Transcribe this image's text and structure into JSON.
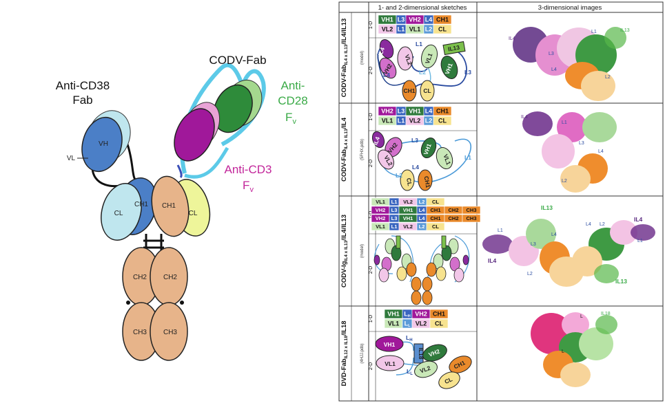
{
  "left": {
    "label_cd38": [
      "Anti-CD38",
      "Fab"
    ],
    "label_codv": "CODV-Fab",
    "label_cd28": [
      "Anti-",
      "CD28",
      "F"
    ],
    "label_cd3": [
      "Anti-CD3",
      "F"
    ],
    "fv_sub": "v",
    "domains": {
      "vh": "VH",
      "vl": "VL",
      "cl": "CL",
      "ch1": "CH1",
      "ch2": "CH2",
      "ch3": "CH3"
    }
  },
  "table": {
    "header_sketch": "1- and 2-dimensional sketches",
    "header_3d": "3-dimensional images",
    "dim_1d": "1-D",
    "dim_2d": "2-D",
    "rows": [
      {
        "title_main": "CODV-Fab",
        "title_sub": "IL4 x IL13",
        "title_tail": "/IL4/IL13",
        "note": "(model)"
      },
      {
        "title_main": "CODV-Fab",
        "title_sub": "IL4 x IL13",
        "title_tail": "/IL4",
        "note": "(5FHX.pdb)"
      },
      {
        "title_main": "CODV-Ig",
        "title_sub": "IL4 x IL13",
        "title_tail": "/IL4/IL13",
        "note": "(model)"
      },
      {
        "title_main": "DVD-Fab",
        "title_sub": "IL12 x IL18",
        "title_tail": "/IL18",
        "note": "(4HJJ.pdb)"
      }
    ],
    "r1_1d": [
      [
        "VH1",
        "L3",
        "VH2",
        "L4",
        "CH1"
      ],
      [
        "VL2",
        "L1",
        "VL1",
        "L2",
        "CL"
      ]
    ],
    "r2_1d": [
      [
        "VH2",
        "L3",
        "VH1",
        "L4",
        "CH1"
      ],
      [
        "VL1",
        "L1",
        "VL2",
        "L2",
        "CL"
      ]
    ],
    "r3_1d": [
      [
        "VL1",
        "L1",
        "VL2",
        "L2",
        "CL"
      ],
      [
        "VH2",
        "L3",
        "VH1",
        "L4",
        "CH1",
        "CH2",
        "CH3"
      ],
      [
        "VH2",
        "L3",
        "VH1",
        "L4",
        "CH1",
        "CH2",
        "CH3"
      ],
      [
        "VL1",
        "L1",
        "VL2",
        "L2",
        "CL"
      ]
    ],
    "r4_1d": [
      [
        "VH1",
        "LH",
        "VH2",
        "CH1"
      ],
      [
        "VL1",
        "LL",
        "VL2",
        "CL"
      ]
    ],
    "r1_2d": {
      "il4": "IL4",
      "il13": "IL13",
      "vh2": "VH2",
      "vl2": "VL2",
      "vl1": "VL1",
      "vh1": "VH1",
      "l1": "L1",
      "l2": "L2",
      "l3": "L3",
      "l4": "L4",
      "ch1": "CH1",
      "cl": "CL"
    },
    "r2_2d": {
      "il4": "IL4",
      "vh2": "VH2",
      "vh1": "VH1",
      "vl2": "VL2",
      "vl1": "VL1",
      "l1": "L1",
      "l2": "L2",
      "l3": "L3",
      "l4": "L4",
      "ch1": "CH1",
      "cl": "CL"
    },
    "r4_2d": {
      "vh1": "VH1",
      "lh": "L",
      "lh_sub": "H",
      "il18": "IL18",
      "vh2": "VH2",
      "ch1": "CH1",
      "vl1": "VL1",
      "ll": "L",
      "ll_sub": "L",
      "vl2": "VL2",
      "cl": "CL"
    },
    "r1_3d": {
      "il4": "IL4",
      "il13": "IL13",
      "l1": "L1",
      "l2": "L2",
      "l3": "L3",
      "l4": "L4"
    },
    "r2_3d": {
      "il4": "IL4",
      "l1": "L1",
      "l2": "L2",
      "l3": "L3",
      "l4": "L4"
    },
    "r3_3d": {
      "il13_a": "IL13",
      "il13_b": "IL13",
      "il4_a": "IL4",
      "il4_b": "IL4",
      "l1a": "L1",
      "l2a": "L2",
      "l3a": "L3",
      "l4a": "L4",
      "l1b": "L1",
      "l2b": "L2",
      "l4b": "L4"
    },
    "r4_3d": {
      "il18": "IL18",
      "ll": "L",
      "lh": "L"
    }
  }
}
